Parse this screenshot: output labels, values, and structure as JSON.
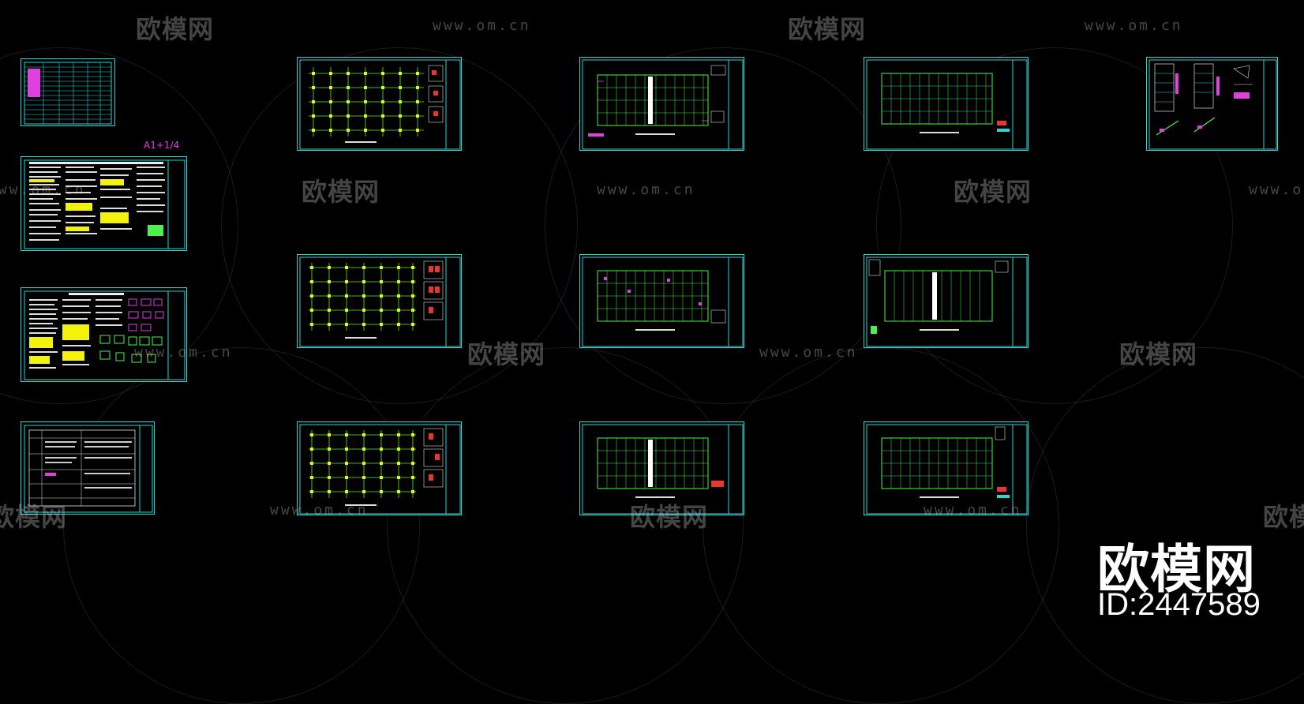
{
  "canvas": {
    "scale_label": "A1+1/4",
    "watermark_text": "欧模网",
    "watermark_url": "www.om.cn",
    "brand_logo": "欧模网",
    "asset_id": "ID:2447589"
  },
  "colors": {
    "background": "#000000",
    "frame": "#2ad6d6",
    "grid_green": "#4ef04e",
    "yellow": "#f2f20a",
    "magenta": "#e040e0",
    "white": "#ffffff"
  },
  "sheets": [
    {
      "id": "drawing-index",
      "kind": "table"
    },
    {
      "id": "design-notes-1",
      "kind": "notes"
    },
    {
      "id": "design-notes-2",
      "kind": "notes-details"
    },
    {
      "id": "materials-table",
      "kind": "spec"
    },
    {
      "id": "foundation-plan-1",
      "kind": "column-grid"
    },
    {
      "id": "foundation-plan-2",
      "kind": "column-grid"
    },
    {
      "id": "foundation-plan-3",
      "kind": "column-grid"
    },
    {
      "id": "roof-plan-1",
      "kind": "roof"
    },
    {
      "id": "roof-plan-2",
      "kind": "roof"
    },
    {
      "id": "roof-plan-3",
      "kind": "roof"
    },
    {
      "id": "roof-plan-4",
      "kind": "roof"
    },
    {
      "id": "roof-plan-5",
      "kind": "roof"
    },
    {
      "id": "roof-plan-6",
      "kind": "roof"
    },
    {
      "id": "stair-details",
      "kind": "details"
    }
  ]
}
